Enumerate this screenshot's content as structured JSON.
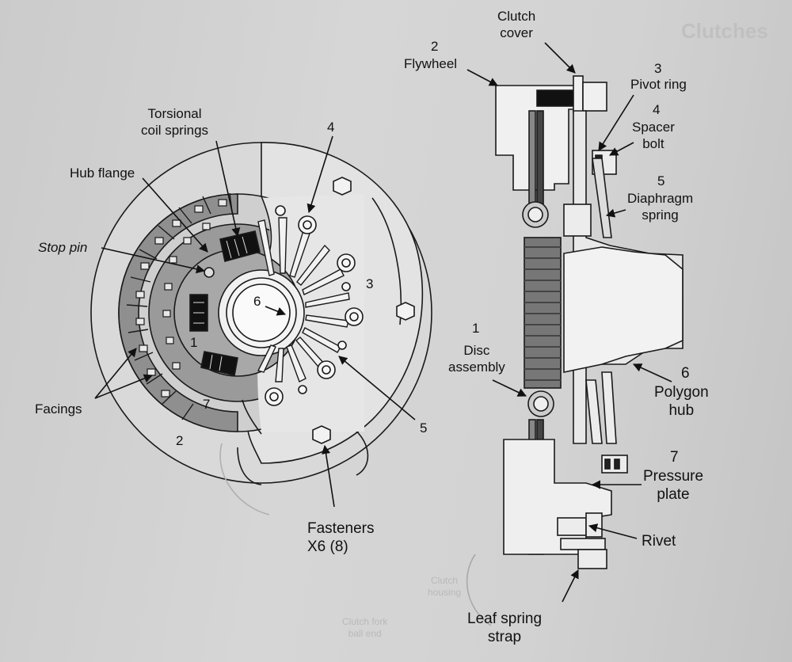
{
  "labels": {
    "clutch_cover": "Clutch\ncover",
    "flywheel_num": "2",
    "flywheel": "Flywheel",
    "pivot_ring_num": "3",
    "pivot_ring": "Pivot ring",
    "spacer_bolt_num": "4",
    "spacer_bolt": "Spacer\nbolt",
    "diaphragm_num": "5",
    "diaphragm": "Diaphragm\nspring",
    "disc_num": "1",
    "disc": "Disc\nassembly",
    "polygon_num": "6",
    "polygon": "Polygon\nhub",
    "pressure_num": "7",
    "pressure": "Pressure\nplate",
    "rivet": "Rivet",
    "leaf_spring": "Leaf spring\nstrap",
    "torsional": "Torsional\ncoil springs",
    "hub_flange": "Hub flange",
    "stop_pin": "Stop pin",
    "facings": "Facings",
    "fasteners": "Fasteners\nX6 (8)",
    "num_4_left": "4",
    "num_3_left": "3",
    "num_6_left": "6",
    "num_1_left": "1",
    "num_7_left": "7",
    "num_2_left": "2",
    "num_5_left": "5"
  },
  "background_text": {
    "page_title": "Clutches",
    "clutch_housing": "Clutch\nhousing",
    "clutch_fork": "Clutch fork\nball end"
  }
}
